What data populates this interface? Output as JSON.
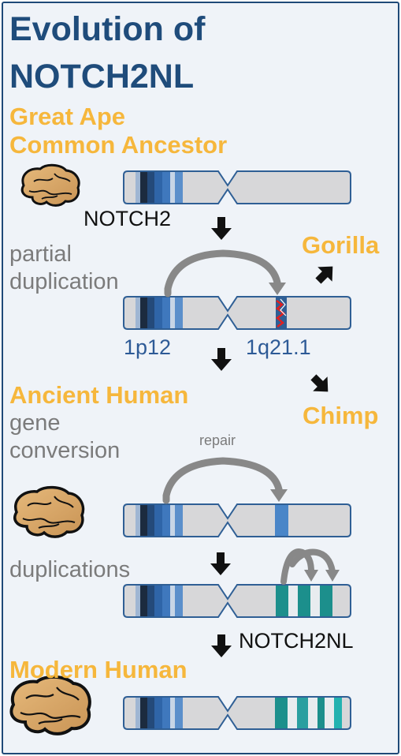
{
  "title": {
    "line1": "Evolution of",
    "line2": "NOTCH2NL"
  },
  "stages": {
    "ancestor_line1": "Great Ape",
    "ancestor_line2": "Common Ancestor",
    "ancient_human": "Ancient Human",
    "modern_human": "Modern Human"
  },
  "species": {
    "gorilla": "Gorilla",
    "chimp": "Chimp"
  },
  "genes": {
    "notch2": "NOTCH2",
    "notch2nl": "NOTCH2NL"
  },
  "bands": {
    "p_arm": "1p12",
    "q_arm": "1q21.1"
  },
  "events": {
    "partial_line1": "partial",
    "partial_line2": "duplication",
    "gene_line1": "gene",
    "gene_line2": "conversion",
    "repair": "repair",
    "duplications": "duplications"
  },
  "colors": {
    "title": "#1f4c7b",
    "stage": "#f6b73c",
    "chromosome_fill": "#d7d7d9",
    "chromosome_outline": "#2f5f95",
    "notch2_dark": "#1c2b3f",
    "notch2_mid": "#2a5a9a",
    "notch2_light": "#5b8fcb",
    "notch2nl_teal": "#1c9e9a",
    "insertion_red": "#e02020",
    "brain_fill": "#d9a86a",
    "arrow": "#888888"
  },
  "icons": [
    "brain-icon",
    "down-arrow-icon",
    "diagonal-arrow-icon",
    "curved-arrow-icon"
  ]
}
